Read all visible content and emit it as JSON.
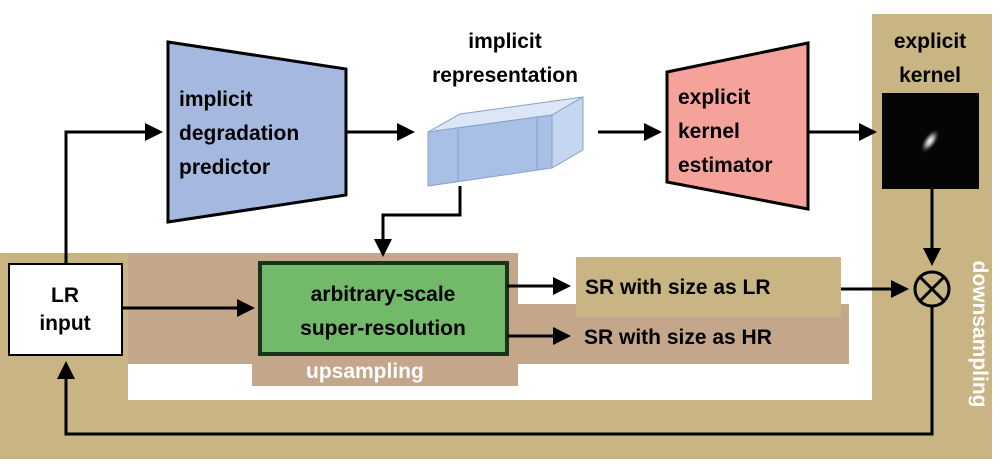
{
  "diagram": {
    "nodes": {
      "lr_input": [
        "LR",
        "input"
      ],
      "degradation_predictor": [
        "implicit",
        "degradation",
        "predictor"
      ],
      "implicit_representation": [
        "implicit",
        "representation"
      ],
      "kernel_estimator": [
        "explicit",
        "kernel",
        "estimator"
      ],
      "explicit_kernel": [
        "explicit",
        "kernel"
      ],
      "sr_module": [
        "arbitrary-scale",
        "super-resolution"
      ],
      "sr_lr_size": "SR with size as LR",
      "sr_hr_size": "SR with size as HR",
      "upsampling": "upsampling",
      "downsampling": "downsampling",
      "combine_symbol": "⊗"
    },
    "colors": {
      "tan_region": "#c9b483",
      "upsampling_region": "#c4a78a",
      "predictor_fill": "#a4b8e0",
      "representation_fill": "#b3c8ea",
      "estimator_fill": "#f4a29a",
      "sr_module_fill": "#72b96a",
      "sr_module_border": "#17351a",
      "kernel_fill": "#050505"
    }
  }
}
